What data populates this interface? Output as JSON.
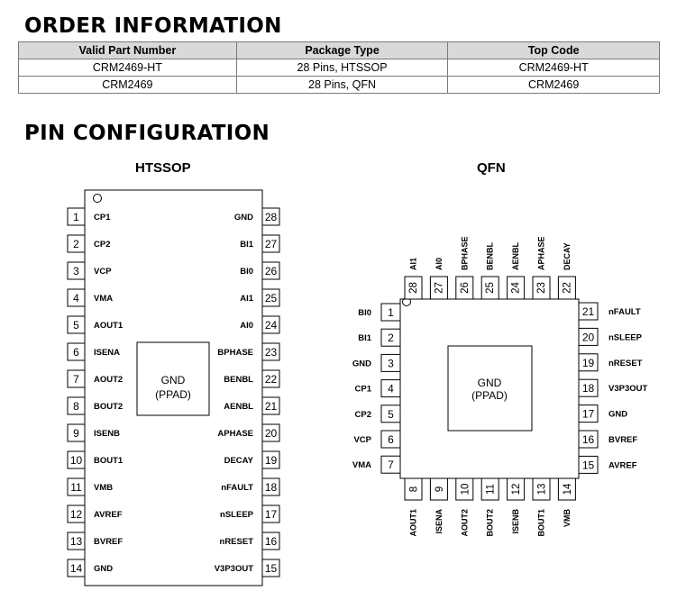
{
  "order": {
    "title": "ORDER INFORMATION",
    "headers": [
      "Valid Part Number",
      "Package Type",
      "Top Code"
    ],
    "rows": [
      [
        "CRM2469-HT",
        "28 Pins, HTSSOP",
        "CRM2469-HT"
      ],
      [
        "CRM2469",
        "28 Pins, QFN",
        "CRM2469"
      ]
    ]
  },
  "pin_config": {
    "title": "PIN CONFIGURATION",
    "htssop": {
      "label": "HTSSOP",
      "pad_label_1": "GND",
      "pad_label_2": "(PPAD)",
      "left_pins": [
        {
          "num": "1",
          "name": "CP1"
        },
        {
          "num": "2",
          "name": "CP2"
        },
        {
          "num": "3",
          "name": "VCP"
        },
        {
          "num": "4",
          "name": "VMA"
        },
        {
          "num": "5",
          "name": "AOUT1"
        },
        {
          "num": "6",
          "name": "ISENA"
        },
        {
          "num": "7",
          "name": "AOUT2"
        },
        {
          "num": "8",
          "name": "BOUT2"
        },
        {
          "num": "9",
          "name": "ISENB"
        },
        {
          "num": "10",
          "name": "BOUT1"
        },
        {
          "num": "11",
          "name": "VMB"
        },
        {
          "num": "12",
          "name": "AVREF"
        },
        {
          "num": "13",
          "name": "BVREF"
        },
        {
          "num": "14",
          "name": "GND"
        }
      ],
      "right_pins": [
        {
          "num": "28",
          "name": "GND"
        },
        {
          "num": "27",
          "name": "BI1"
        },
        {
          "num": "26",
          "name": "BI0"
        },
        {
          "num": "25",
          "name": "AI1"
        },
        {
          "num": "24",
          "name": "AI0"
        },
        {
          "num": "23",
          "name": "BPHASE"
        },
        {
          "num": "22",
          "name": "BENBL"
        },
        {
          "num": "21",
          "name": "AENBL"
        },
        {
          "num": "20",
          "name": "APHASE"
        },
        {
          "num": "19",
          "name": "DECAY"
        },
        {
          "num": "18",
          "name": "nFAULT"
        },
        {
          "num": "17",
          "name": "nSLEEP"
        },
        {
          "num": "16",
          "name": "nRESET"
        },
        {
          "num": "15",
          "name": "V3P3OUT"
        }
      ]
    },
    "qfn": {
      "label": "QFN",
      "pad_label_1": "GND",
      "pad_label_2": "(PPAD)",
      "left_pins": [
        {
          "num": "1",
          "name": "BI0"
        },
        {
          "num": "2",
          "name": "BI1"
        },
        {
          "num": "3",
          "name": "GND"
        },
        {
          "num": "4",
          "name": "CP1"
        },
        {
          "num": "5",
          "name": "CP2"
        },
        {
          "num": "6",
          "name": "VCP"
        },
        {
          "num": "7",
          "name": "VMA"
        }
      ],
      "bottom_pins": [
        {
          "num": "8",
          "name": "AOUT1"
        },
        {
          "num": "9",
          "name": "ISENA"
        },
        {
          "num": "10",
          "name": "AOUT2"
        },
        {
          "num": "11",
          "name": "BOUT2"
        },
        {
          "num": "12",
          "name": "ISENB"
        },
        {
          "num": "13",
          "name": "BOUT1"
        },
        {
          "num": "14",
          "name": "VMB"
        }
      ],
      "right_pins": [
        {
          "num": "21",
          "name": "nFAULT"
        },
        {
          "num": "20",
          "name": "nSLEEP"
        },
        {
          "num": "19",
          "name": "nRESET"
        },
        {
          "num": "18",
          "name": "V3P3OUT"
        },
        {
          "num": "17",
          "name": "GND"
        },
        {
          "num": "16",
          "name": "BVREF"
        },
        {
          "num": "15",
          "name": "AVREF"
        }
      ],
      "top_pins": [
        {
          "num": "28",
          "name": "AI1"
        },
        {
          "num": "27",
          "name": "AI0"
        },
        {
          "num": "26",
          "name": "BPHASE"
        },
        {
          "num": "25",
          "name": "BENBL"
        },
        {
          "num": "24",
          "name": "AENBL"
        },
        {
          "num": "23",
          "name": "APHASE"
        },
        {
          "num": "22",
          "name": "DECAY"
        }
      ]
    }
  }
}
